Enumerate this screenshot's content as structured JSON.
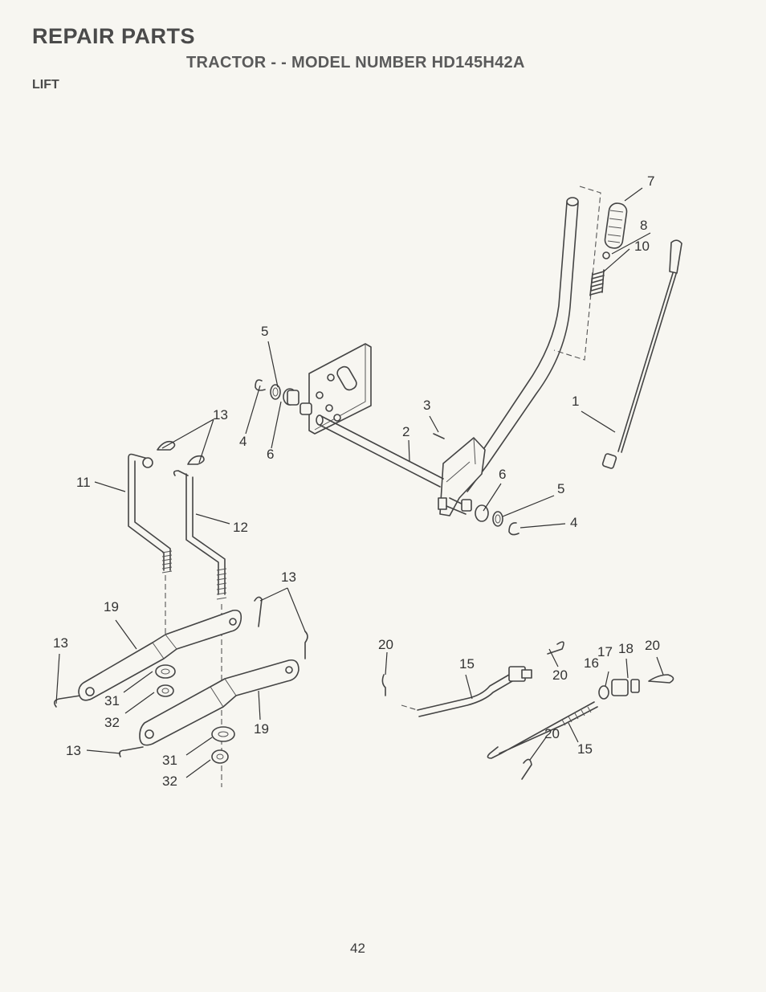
{
  "header": {
    "title": "REPAIR PARTS",
    "subtitle": "TRACTOR - - MODEL NUMBER HD145H42A",
    "section": "LIFT"
  },
  "callouts": {
    "c7": "7",
    "c8": "8",
    "c10": "10",
    "c5a": "5",
    "c13a": "13",
    "c4a": "4",
    "c6a": "6",
    "c3": "3",
    "c2": "2",
    "c1": "1",
    "c11": "11",
    "c12": "12",
    "c6b": "6",
    "c5b": "5",
    "c4b": "4",
    "c13b": "13",
    "c19a": "19",
    "c13c": "13",
    "c31a": "31",
    "c32a": "32",
    "c13d": "13",
    "c19b": "19",
    "c31b": "31",
    "c32b": "32",
    "c20a": "20",
    "c15a": "15",
    "c20b": "20",
    "c17": "17",
    "c18": "18",
    "c20c": "20",
    "c16": "16",
    "c20d": "20",
    "c15b": "15"
  },
  "footer": {
    "page_number": "42"
  }
}
